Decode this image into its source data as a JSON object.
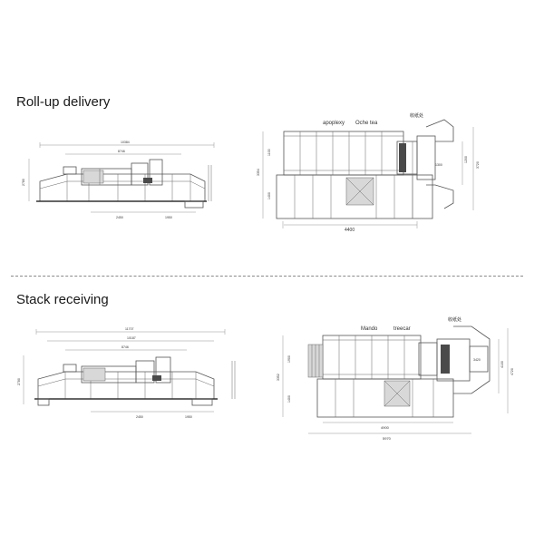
{
  "sections": [
    {
      "title": "Roll-up delivery",
      "side_view": {
        "dims": {
          "overall": "10384",
          "inner": "8746",
          "height": "2780",
          "base1": "2450",
          "base2": "1950"
        }
      },
      "top_view": {
        "labels": {
          "a": "apoplexy",
          "b": "Oche tea",
          "c": "收纸处"
        },
        "dims": {
          "bottom": "4400",
          "left_total": "3354",
          "left_upper": "1100",
          "left_lower": "1400",
          "right1": "3720",
          "right2": "1200",
          "inner": "1300"
        }
      }
    },
    {
      "title": "Stack receiving",
      "side_view": {
        "dims": {
          "overall": "11707",
          "inner": "10187",
          "mid": "8746",
          "height": "2780",
          "base1": "2450",
          "base2": "1950"
        }
      },
      "top_view": {
        "labels": {
          "a": "Mando",
          "b": "treecar",
          "c": "收纸处"
        },
        "dims": {
          "bottom": "5970",
          "inner_bottom": "4900",
          "left_total": "3352",
          "left_upper": "1900",
          "left_lower": "1400",
          "right1": "4720",
          "right2": "4100",
          "inner": "3420"
        }
      }
    }
  ]
}
